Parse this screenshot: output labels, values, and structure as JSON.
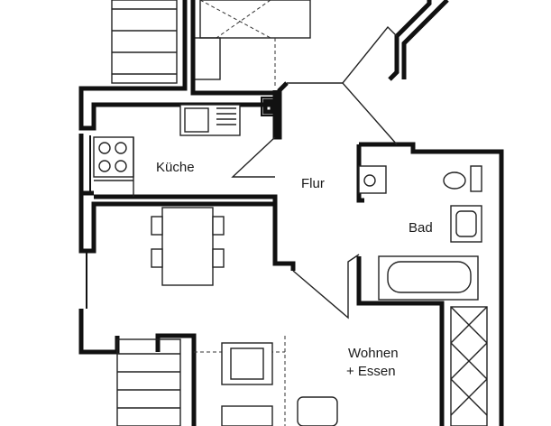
{
  "plan": {
    "rooms": {
      "kitchen": "Küche",
      "hall": "Flur",
      "bath": "Bad",
      "living_line1": "Wohnen",
      "living_line2": "+ Essen"
    }
  }
}
